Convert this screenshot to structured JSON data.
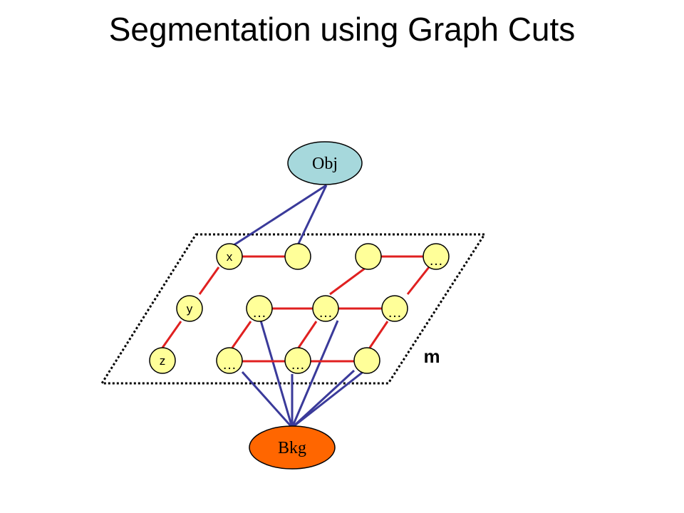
{
  "title": "Segmentation using Graph Cuts",
  "terminals": {
    "obj": {
      "label": "Obj",
      "color": "#a6d8dc"
    },
    "bkg": {
      "label": "Bkg",
      "color": "#ff6600"
    }
  },
  "plane_label": "m",
  "node_labels": {
    "x": "x",
    "y": "y",
    "z": "z",
    "dots": "…"
  },
  "colors": {
    "node_fill": "#ffff99",
    "grid_edge": "#e02020",
    "terminal_edge": "#3a3a9a"
  }
}
